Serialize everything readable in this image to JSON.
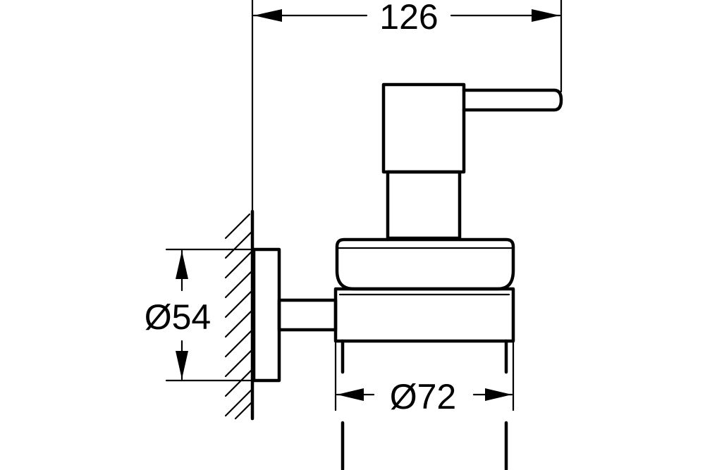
{
  "dimensions": {
    "width_label": "126",
    "base_diameter_label": "Ø54",
    "glass_diameter_label": "Ø72"
  },
  "colors": {
    "line": "#000000",
    "background": "#ffffff"
  }
}
